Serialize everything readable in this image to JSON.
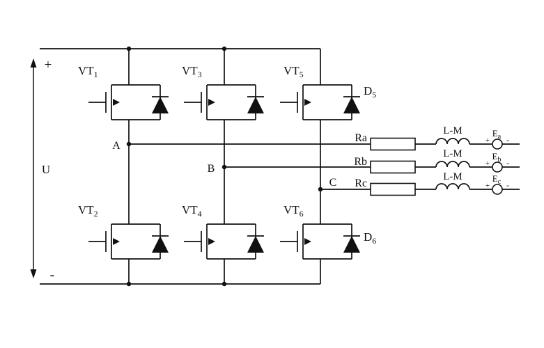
{
  "source": {
    "u": "U",
    "plus": "+",
    "minus": "-"
  },
  "transistors": [
    {
      "base": "VT",
      "sub": "1"
    },
    {
      "base": "VT",
      "sub": "3"
    },
    {
      "base": "VT",
      "sub": "5"
    },
    {
      "base": "VT",
      "sub": "2"
    },
    {
      "base": "VT",
      "sub": "4"
    },
    {
      "base": "VT",
      "sub": "6"
    }
  ],
  "diodes": [
    {
      "base": "D",
      "sub": "5"
    },
    {
      "base": "D",
      "sub": "6"
    }
  ],
  "nodes": {
    "a": "A",
    "b": "B",
    "c": "C"
  },
  "outputs": {
    "resistors": {
      "a": "Ra",
      "b": "Rb",
      "c": "Rc"
    },
    "inductor_label": "L-M",
    "emf": [
      {
        "base": "E",
        "sub": "a"
      },
      {
        "base": "E",
        "sub": "b"
      },
      {
        "base": "E",
        "sub": "c"
      }
    ],
    "signs": {
      "plus": "+",
      "minus": "-"
    }
  }
}
